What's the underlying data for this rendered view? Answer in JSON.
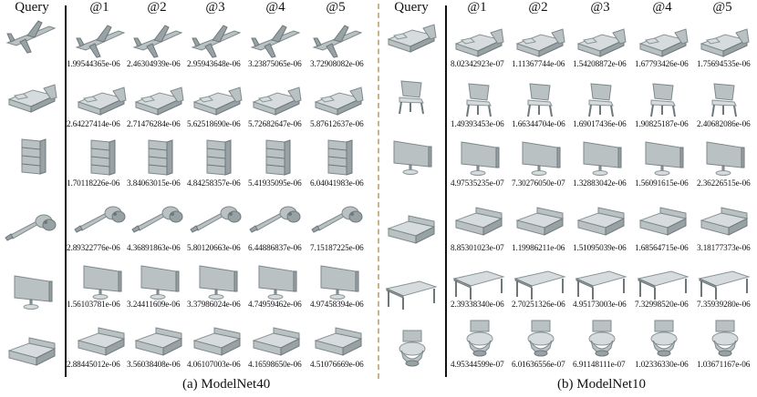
{
  "headers": {
    "query": "Query",
    "ranks": [
      "@1",
      "@2",
      "@3",
      "@4",
      "@5"
    ]
  },
  "captions": {
    "left": "(a) ModelNet40",
    "right": "(b) ModelNet10"
  },
  "left_panel": {
    "rows": [
      {
        "query_shape": "airplane-icon",
        "results": [
          "airplane-icon",
          "airplane-icon",
          "airplane-icon",
          "airplane-icon",
          "airplane-icon"
        ],
        "distances": [
          "1.99544365e-06",
          "2.46304939e-06",
          "2.95943648e-06",
          "3.23875065e-06",
          "3.72908082e-06"
        ]
      },
      {
        "query_shape": "bed-icon",
        "results": [
          "bed-icon",
          "bed-icon",
          "bed-icon",
          "bed-icon",
          "bed-icon"
        ],
        "distances": [
          "2.64227414e-06",
          "2.71476284e-06",
          "5.62518690e-06",
          "5.72682647e-06",
          "5.87612637e-06"
        ]
      },
      {
        "query_shape": "bookshelf-icon",
        "results": [
          "bookshelf-icon",
          "bookshelf-icon",
          "bookshelf-icon",
          "bookshelf-icon",
          "bookshelf-icon"
        ],
        "distances": [
          "1.70118226e-06",
          "3.84063015e-06",
          "4.84258357e-06",
          "5.41935095e-06",
          "6.04041983e-06"
        ]
      },
      {
        "query_shape": "guitar-icon",
        "results": [
          "guitar-icon",
          "guitar-icon",
          "guitar-icon",
          "guitar-icon",
          "guitar-icon"
        ],
        "distances": [
          "2.89322776e-06",
          "4.36891863e-06",
          "5.80120663e-06",
          "6.44886837e-06",
          "7.15187225e-06"
        ]
      },
      {
        "query_shape": "monitor-icon",
        "results": [
          "monitor-icon",
          "monitor-icon",
          "monitor-icon",
          "monitor-icon",
          "monitor-icon"
        ],
        "distances": [
          "1.56103781e-06",
          "3.24411609e-06",
          "3.37986024e-06",
          "4.74959462e-06",
          "4.97458394e-06"
        ]
      },
      {
        "query_shape": "sofa-icon",
        "results": [
          "sofa-icon",
          "sofa-icon",
          "sofa-icon",
          "sofa-icon",
          "sofa-icon"
        ],
        "distances": [
          "2.88445012e-06",
          "3.56038408e-06",
          "4.06107003e-06",
          "4.16598650e-06",
          "4.51076669e-06"
        ]
      }
    ]
  },
  "right_panel": {
    "rows": [
      {
        "query_shape": "bed-icon",
        "results": [
          "bed-icon",
          "bed-icon",
          "bed-icon",
          "bed-icon",
          "bed-icon"
        ],
        "distances": [
          "8.02342923e-07",
          "1.11367744e-06",
          "1.54208872e-06",
          "1.67793426e-06",
          "1.75694535e-06"
        ]
      },
      {
        "query_shape": "chair-icon",
        "results": [
          "chair-icon",
          "chair-icon",
          "chair-icon",
          "chair-icon",
          "chair-icon"
        ],
        "distances": [
          "1.49393453e-06",
          "1.66344704e-06",
          "1.69017436e-06",
          "1.90825187e-06",
          "2.40682086e-06"
        ]
      },
      {
        "query_shape": "monitor-icon",
        "results": [
          "monitor-icon",
          "monitor-icon",
          "monitor-icon",
          "monitor-icon",
          "monitor-icon"
        ],
        "distances": [
          "4.97535235e-07",
          "7.30276050e-07",
          "1.32883042e-06",
          "1.56091615e-06",
          "2.36226515e-06"
        ]
      },
      {
        "query_shape": "sofa-icon",
        "results": [
          "sofa-icon",
          "sofa-icon",
          "sofa-icon",
          "sofa-icon",
          "sofa-icon"
        ],
        "distances": [
          "8.85301023e-07",
          "1.19986211e-06",
          "1.51095039e-06",
          "1.68564715e-06",
          "3.18177373e-06"
        ]
      },
      {
        "query_shape": "table-icon",
        "results": [
          "table-icon",
          "table-icon",
          "table-icon",
          "table-icon",
          "table-icon"
        ],
        "distances": [
          "2.39338340e-06",
          "2.70251326e-06",
          "4.95173003e-06",
          "7.32998520e-06",
          "7.35939280e-06"
        ]
      },
      {
        "query_shape": "toilet-icon",
        "results": [
          "toilet-icon",
          "toilet-icon",
          "toilet-icon",
          "toilet-icon",
          "toilet-icon"
        ],
        "distances": [
          "4.95344599e-07",
          "6.01636556e-07",
          "6.91148111e-07",
          "1.02336330e-06",
          "1.03671167e-06"
        ]
      }
    ]
  }
}
